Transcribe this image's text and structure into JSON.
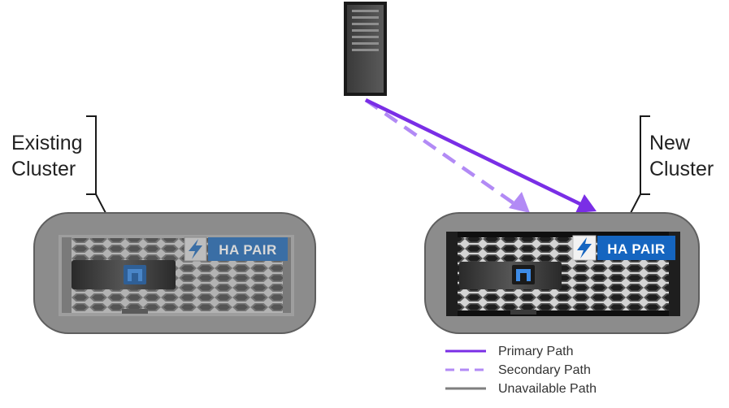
{
  "clusters": {
    "existing": {
      "label_line1": "Existing",
      "label_line2": "Cluster",
      "badge": "HA PAIR"
    },
    "new": {
      "label_line1": "New",
      "label_line2": "Cluster",
      "badge": "HA PAIR"
    }
  },
  "legend": {
    "primary": "Primary Path",
    "secondary": "Secondary Path",
    "unavailable": "Unavailable Path"
  },
  "colors": {
    "primary_path": "#7a2ee6",
    "secondary_path": "#b28af5",
    "unavailable_path": "#7f7f7f",
    "badge_existing": "#3a6ea5",
    "badge_new": "#1565c0",
    "enclosure": "#8c8c8c"
  },
  "icons": [
    "server-icon",
    "lightning-bolt-icon",
    "netapp-logo-icon"
  ]
}
